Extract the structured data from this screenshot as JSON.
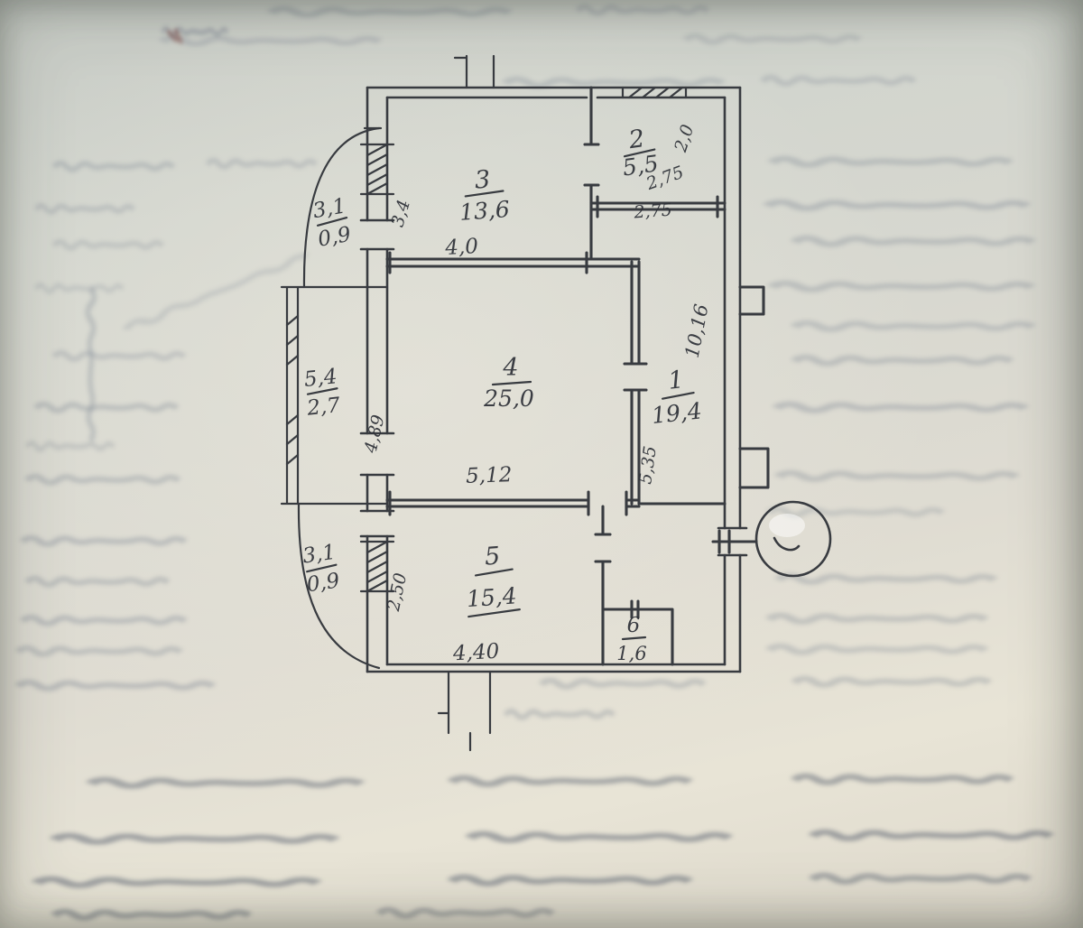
{
  "plan": {
    "rooms": {
      "r1": {
        "number": "1",
        "area": "19,4"
      },
      "r2": {
        "number": "2",
        "area": "5,5"
      },
      "r3": {
        "number": "3",
        "area": "13,6"
      },
      "r4": {
        "number": "4",
        "area": "25,0"
      },
      "r5": {
        "number": "5",
        "area": "15,4"
      },
      "r6": {
        "number": "6",
        "area": "1,6"
      }
    },
    "balconies": {
      "top_left": {
        "area": "3,1",
        "factor": "0,9"
      },
      "mid_left": {
        "area": "5,4",
        "factor": "2,7"
      },
      "bottom_left": {
        "area": "3,1",
        "factor": "0,9"
      }
    },
    "dimensions": {
      "room3_width": "4,0",
      "room3_depth": "3,4",
      "room4_width": "5,12",
      "room4_depth": "4,89",
      "room1_depth": "5,35",
      "room2_width_upper": "2,75",
      "room2_width_lower": "2,75",
      "room2_depth": "2,0",
      "right_side": "10,16",
      "room5_width": "4,40",
      "room5_side": "2,50"
    }
  }
}
